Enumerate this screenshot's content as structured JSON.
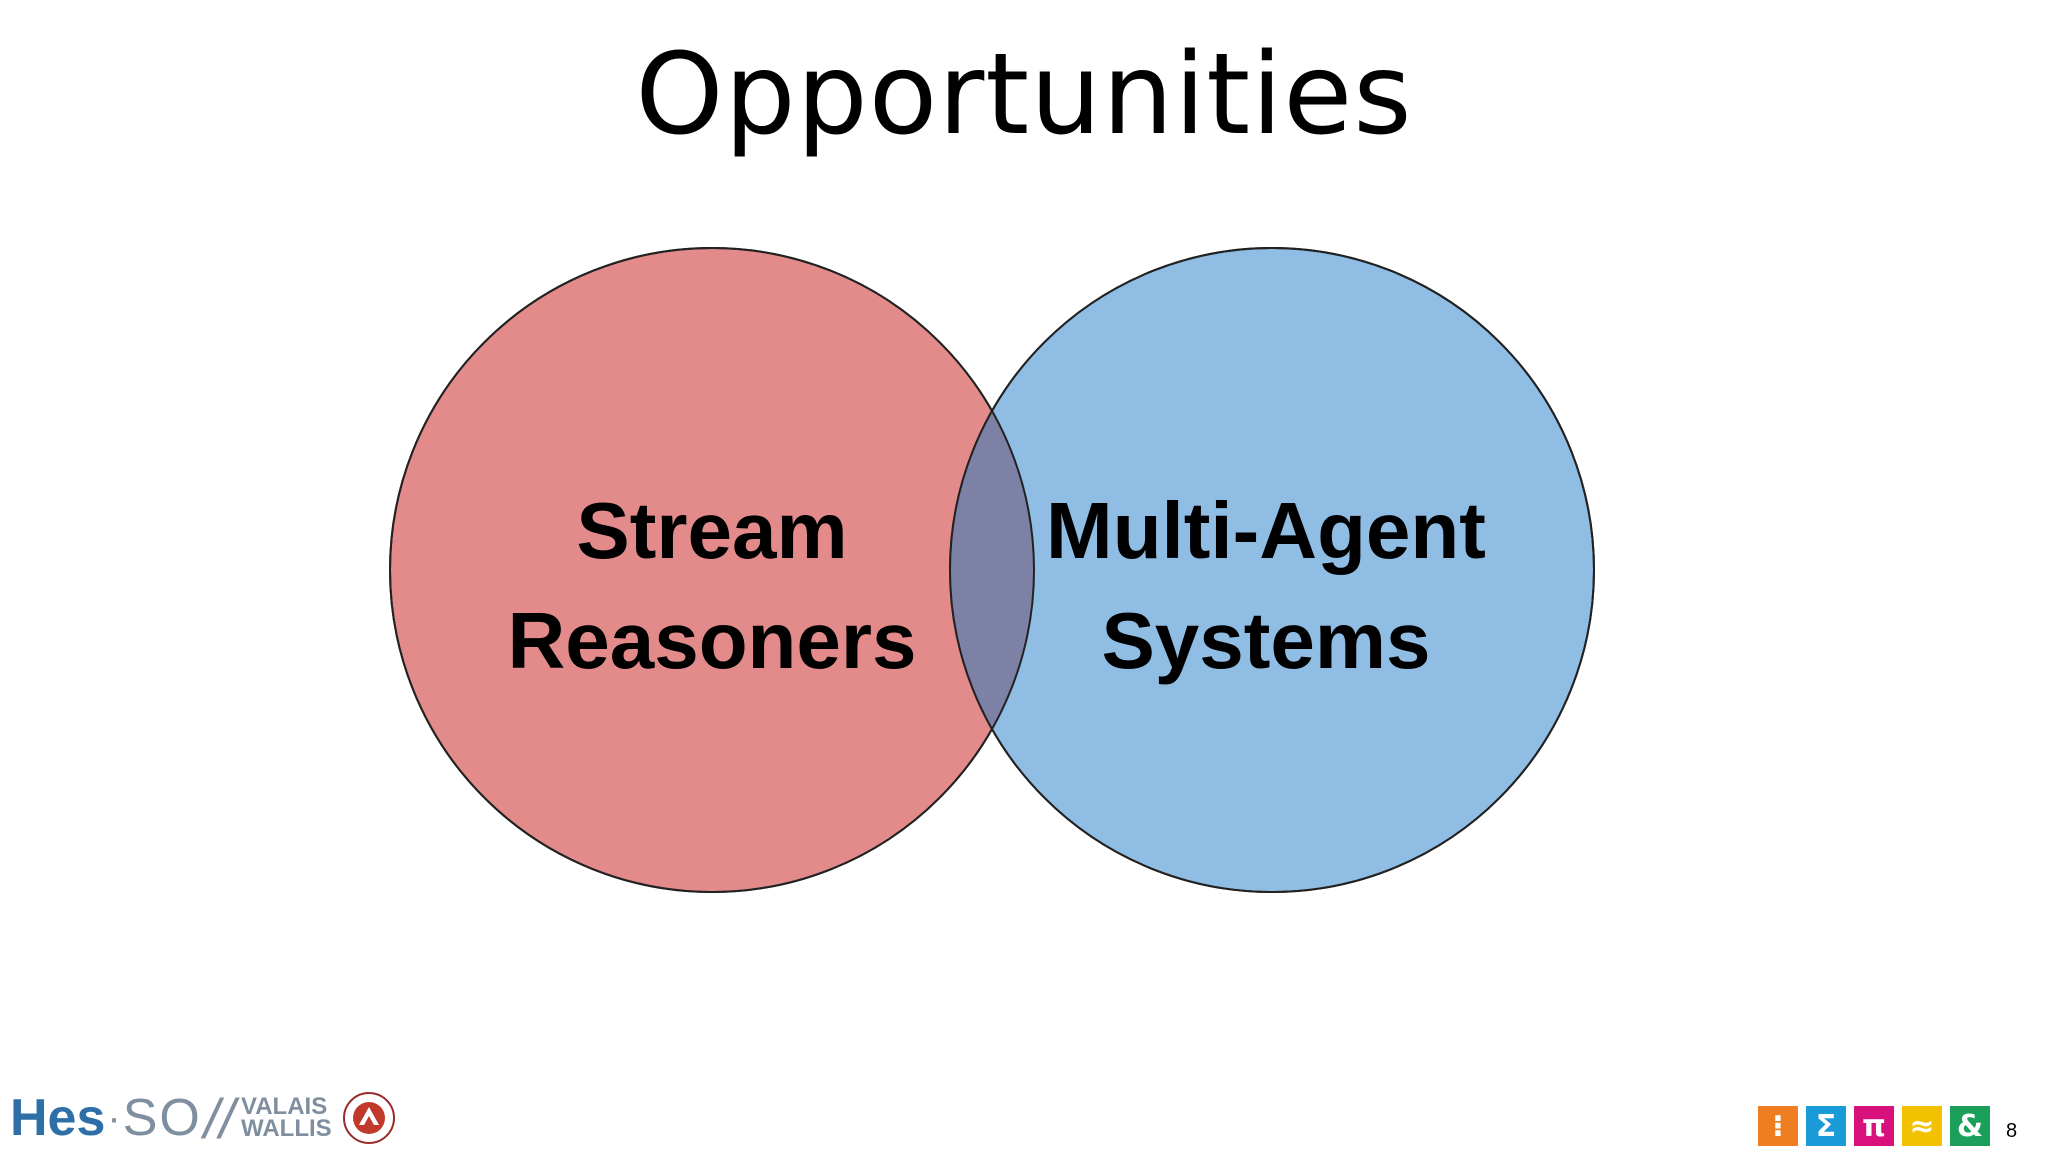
{
  "slide": {
    "title": "Opportunities",
    "page_number": "8"
  },
  "venn": {
    "left": {
      "lines": [
        "Stream",
        "Reasoners"
      ],
      "fill": "#e38b8b"
    },
    "right": {
      "lines": [
        "Multi-Agent",
        "Systems"
      ],
      "fill": "#90bde4"
    },
    "overlap_fill": "#7e81a6"
  },
  "footer": {
    "logo_hes": "Hes",
    "logo_dot": "·",
    "logo_so": "SO",
    "logo_slashes": "//",
    "valais_line1": "VALAIS",
    "valais_line2": "WALLIS",
    "tiles": [
      {
        "symbol": "⁝",
        "color": "#ef7d22"
      },
      {
        "symbol": "Σ",
        "color": "#1a9ad6"
      },
      {
        "symbol": "π",
        "color": "#d8117d"
      },
      {
        "symbol": "≈",
        "color": "#f2c100"
      },
      {
        "symbol": "&",
        "color": "#1aa05a"
      }
    ]
  }
}
